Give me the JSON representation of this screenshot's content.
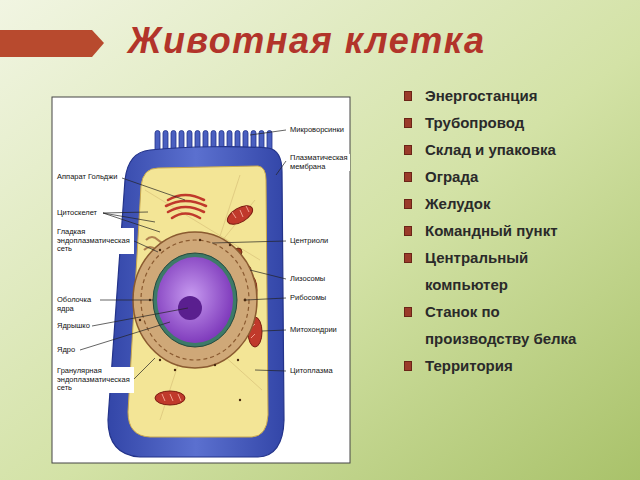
{
  "diagram": {
    "title": "Животная клетка",
    "labels": [
      "Аппарат Гольджи",
      "Цитоскелет",
      "Гладкая эндоплазматическая сеть",
      "Оболочка ядра",
      "Ядрышко",
      "Ядро",
      "Гранулярная эндоплазматическая сеть",
      "Микроворсинки",
      "Плазматическая мембрана",
      "Центриоли",
      "Лизосомы",
      "Рибосомы",
      "Митохондрии",
      "Цитоплазма",
      "Энергостанция",
      "Трубопровод",
      "Склад и упаковка",
      "Ограда",
      "Желудок",
      "Командный пункт",
      "Центральный компьютер",
      "Станок по производству белка",
      "Территория"
    ]
  }
}
